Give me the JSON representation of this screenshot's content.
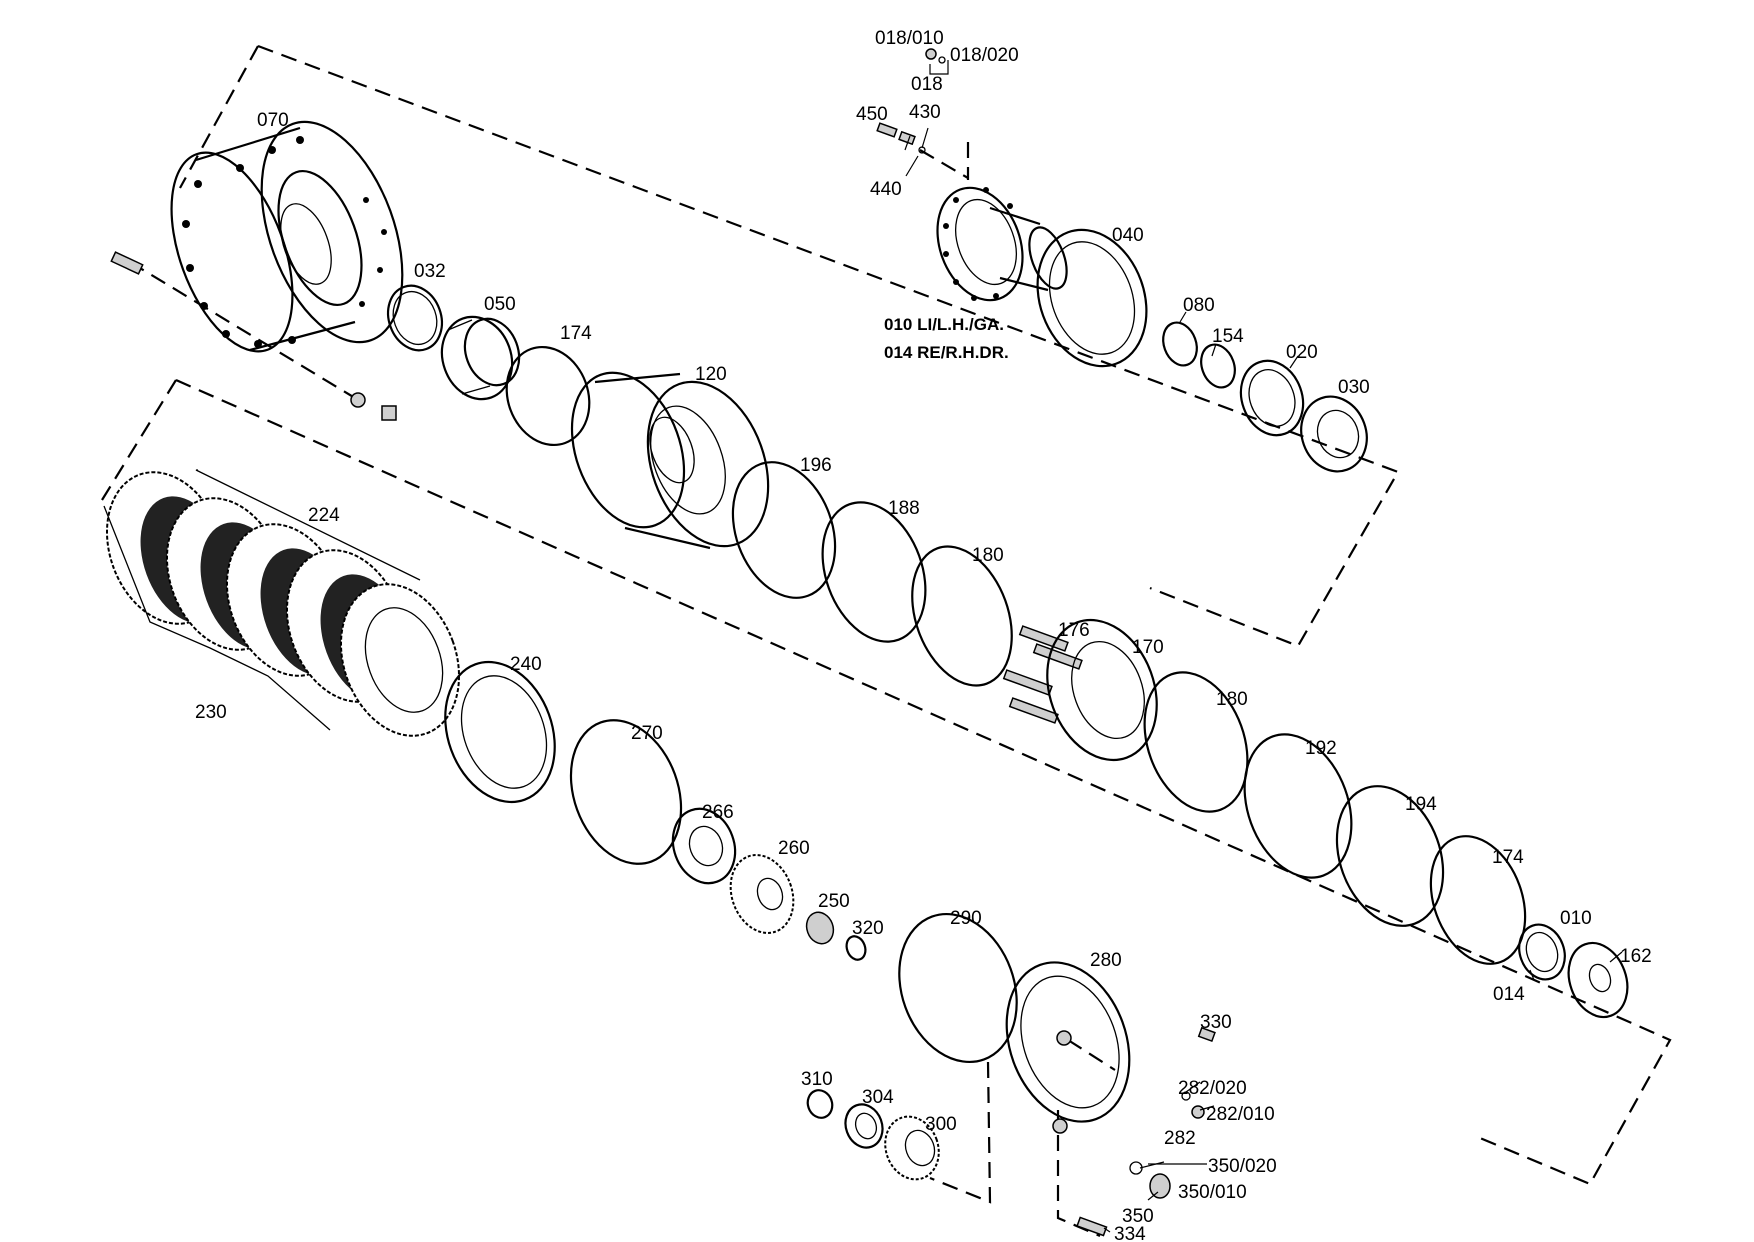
{
  "labels": {
    "p070": "070",
    "p032": "032",
    "p050": "050",
    "p174a": "174",
    "p120": "120",
    "p018_010": "018/010",
    "p018_020": "018/020",
    "p018": "018",
    "p450": "450",
    "p430": "430",
    "p440": "440",
    "p040": "040",
    "p080": "080",
    "p154": "154",
    "p020a": "020",
    "p030": "030",
    "p010_lh": "010 LI/L.H./GA.",
    "p014_rh": "014 RE/R.H.DR.",
    "p196": "196",
    "p188": "188",
    "p180a": "180",
    "p176": "176",
    "p170": "170",
    "p180b": "180",
    "p192": "192",
    "p194": "194",
    "p174b": "174",
    "p010b": "010",
    "p162": "162",
    "p014b": "014",
    "p224": "224",
    "p230": "230",
    "p240": "240",
    "p270": "270",
    "p266": "266",
    "p260": "260",
    "p250": "250",
    "p320": "320",
    "p290": "290",
    "p280": "280",
    "p330": "330",
    "p282_020": "282/020",
    "p282_010": "282/010",
    "p282": "282",
    "p310": "310",
    "p304": "304",
    "p300": "300",
    "p350_020": "350/020",
    "p350_010": "350/010",
    "p350": "350",
    "p334": "334"
  }
}
